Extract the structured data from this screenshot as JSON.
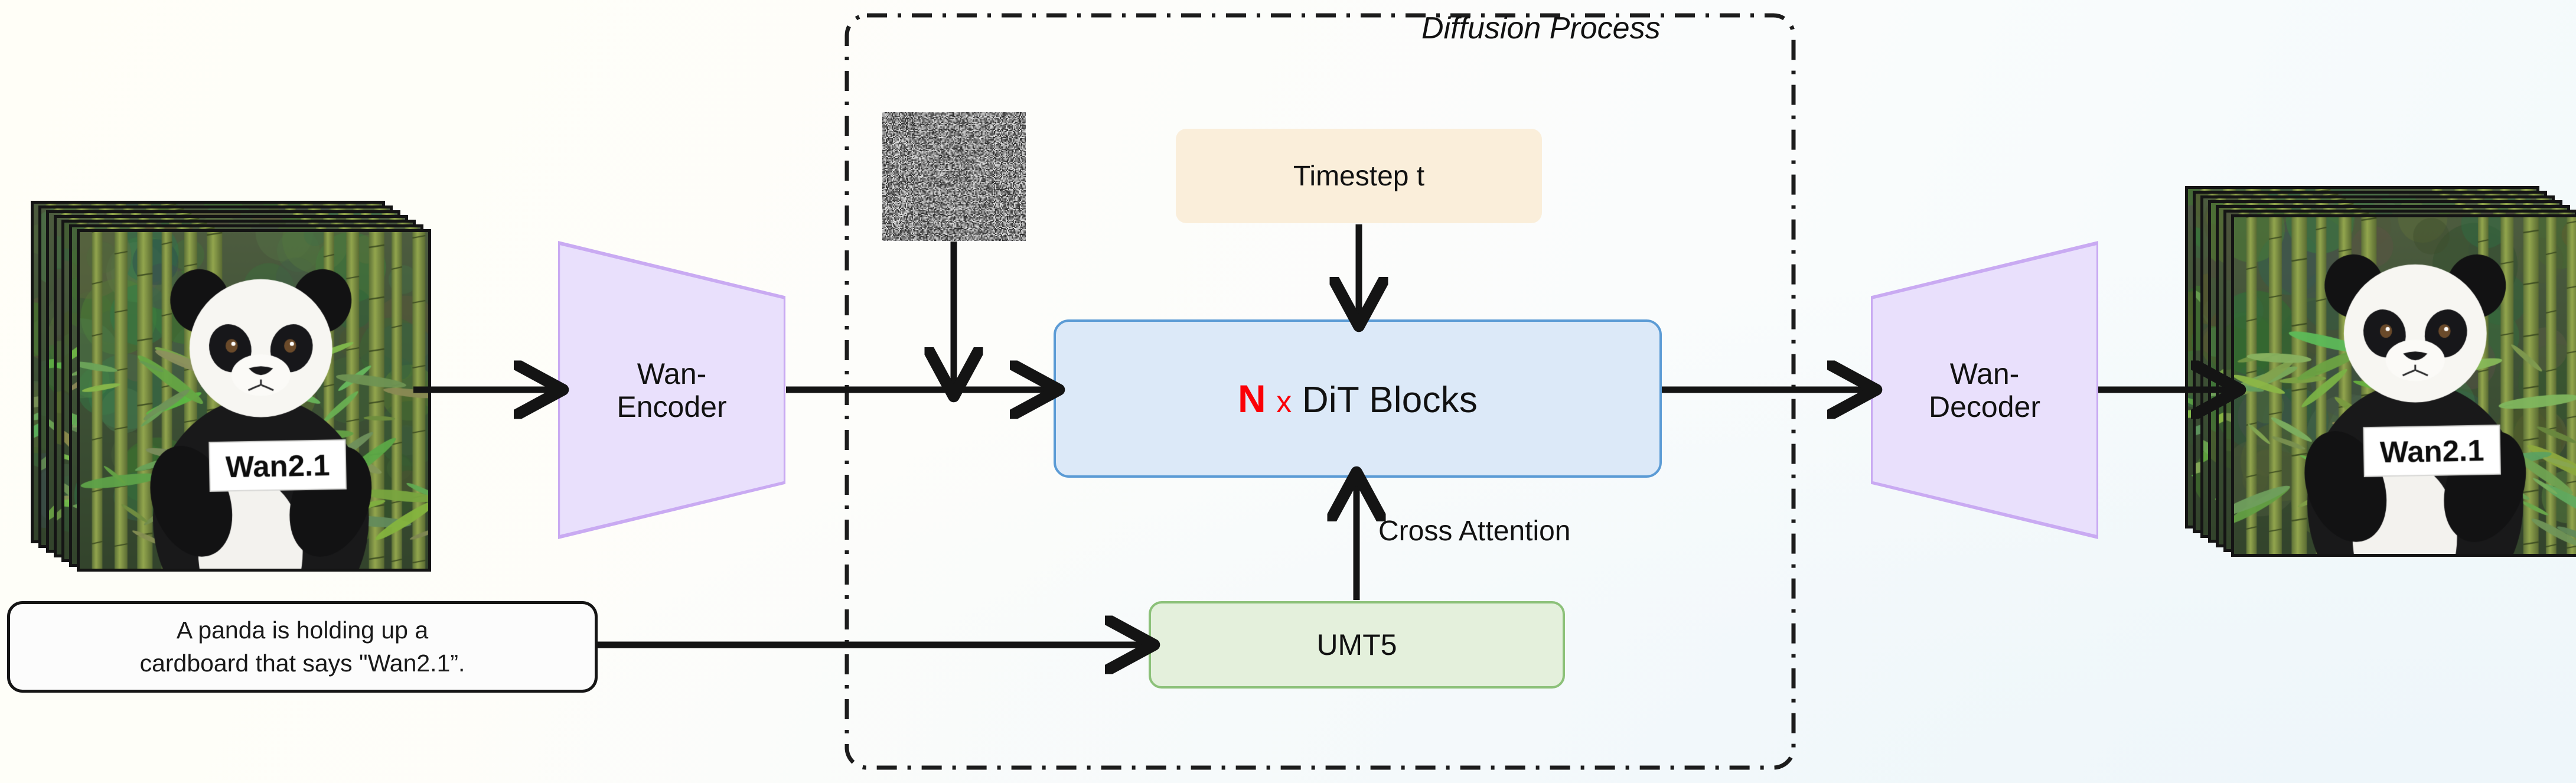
{
  "figure": {
    "title_region_label": "Diffusion Process",
    "cross_attention_label": "Cross Attention",
    "background_top_left": "#fffef7",
    "background_bottom_right": "#f2f9fb"
  },
  "input": {
    "video_stack_name": "input-video-frames",
    "frame_count": 7,
    "image_caption_text": "Wan2.1",
    "prompt_text": "A panda is holding up a\ncardboard that says \"Wan2.1”."
  },
  "encoder": {
    "label": "Wan-\nEncoder",
    "fill": "#e9e0fc",
    "stroke": "#c9aaf2"
  },
  "decoder": {
    "label": "Wan-\nDecoder",
    "fill": "#e9e0fc",
    "stroke": "#c9aaf2"
  },
  "noise": {
    "name": "gaussian-noise-latent",
    "description": "random grayscale noise patch"
  },
  "timestep": {
    "label": "Timestep t",
    "fill": "#faeeda"
  },
  "dit": {
    "repeat_symbol": "N",
    "multiply_symbol": "x",
    "label": "DiT Blocks",
    "fill": "#dce9f8",
    "stroke": "#5b9bd5",
    "accent": "#fb0007"
  },
  "text_encoder": {
    "label": "UMT5",
    "fill": "#e4f0dc",
    "stroke": "#8cc179"
  },
  "output": {
    "video_stack_name": "output-video-frames",
    "frame_count": 7,
    "image_caption_text": "Wan2.1"
  },
  "arrows": [
    {
      "name": "frames-to-encoder",
      "from": "input-video-frames",
      "to": "wan-encoder"
    },
    {
      "name": "encoder-to-dit",
      "from": "wan-encoder",
      "to": "dit-blocks"
    },
    {
      "name": "noise-to-latent-path",
      "from": "gaussian-noise-latent",
      "to": "encoder-to-dit"
    },
    {
      "name": "timestep-to-dit",
      "from": "timestep-box",
      "to": "dit-blocks"
    },
    {
      "name": "umt5-to-dit",
      "from": "umt5-box",
      "to": "dit-blocks",
      "label": "Cross Attention"
    },
    {
      "name": "prompt-to-umt5",
      "from": "prompt-box",
      "to": "umt5-box"
    },
    {
      "name": "dit-to-decoder",
      "from": "dit-blocks",
      "to": "wan-decoder"
    },
    {
      "name": "decoder-to-frames",
      "from": "wan-decoder",
      "to": "output-video-frames"
    }
  ]
}
